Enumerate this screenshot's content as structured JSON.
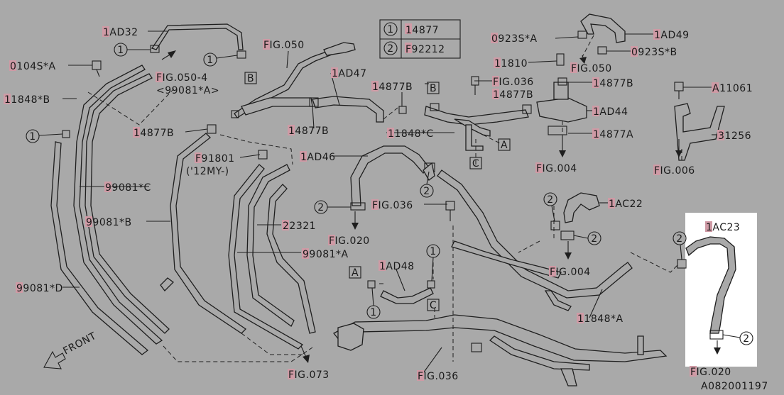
{
  "colors": {
    "background": "#a9a9a9",
    "ink": "#1e1e1e",
    "marker": "#cf9aa5",
    "panel": "#ffffff"
  },
  "legend": {
    "rows": [
      {
        "num": "1",
        "part": "14877"
      },
      {
        "num": "2",
        "part": "F92212"
      }
    ]
  },
  "labels": {
    "l_1ad32": "1AD32",
    "l_0104sa": "0104S*A",
    "l_fig050_4": "FIG.050-4",
    "l_99081a_paren": "<99081*A>",
    "l_11848b": "11848*B",
    "l_99081c": "99081*C",
    "l_99081b": "99081*B",
    "l_99081d": "99081*D",
    "l_front": "FRONT",
    "l_fig050_top": "FIG.050",
    "l_14877b_left": "14877B",
    "l_1ad47": "1AD47",
    "l_14877b_mid": "14877B",
    "l_f91801": "F91801",
    "l_12my": "('12MY-)",
    "l_22321": "22321",
    "l_99081a": "99081*A",
    "l_fig073": "FIG.073",
    "l_1ad46": "1AD46",
    "l_fig036_mid": "FIG.036",
    "l_fig020_mid": "FIG.020",
    "l_1ad48": "1AD48",
    "l_fig036_bottom": "FIG.036",
    "l_14877b_top": "14877B",
    "l_11848c": "11848*C",
    "l_fig036_top": "FIG.036",
    "l_14877b_right1": "14877B",
    "l_14877b_right2": "14877B",
    "l_1ad44": "1AD44",
    "l_14877a": "14877A",
    "l_fig004_top": "FIG.004",
    "l_0923sa": "0923S*A",
    "l_1ad49": "1AD49",
    "l_11810": "11810",
    "l_0923sb": "0923S*B",
    "l_fig050_right": "FIG.050",
    "l_a11061": "A11061",
    "l_31256": "31256",
    "l_fig006": "FIG.006",
    "l_1ac22": "1AC22",
    "l_fig004_bottom": "FIG.004",
    "l_11848a": "11848*A",
    "l_1ac23": "1AC23",
    "l_fig020_right": "FIG.020",
    "l_catalog": "A082001197"
  },
  "callouts": {
    "one": "1",
    "two": "2"
  },
  "boxes": {
    "a": "A",
    "b": "B",
    "c": "C"
  }
}
